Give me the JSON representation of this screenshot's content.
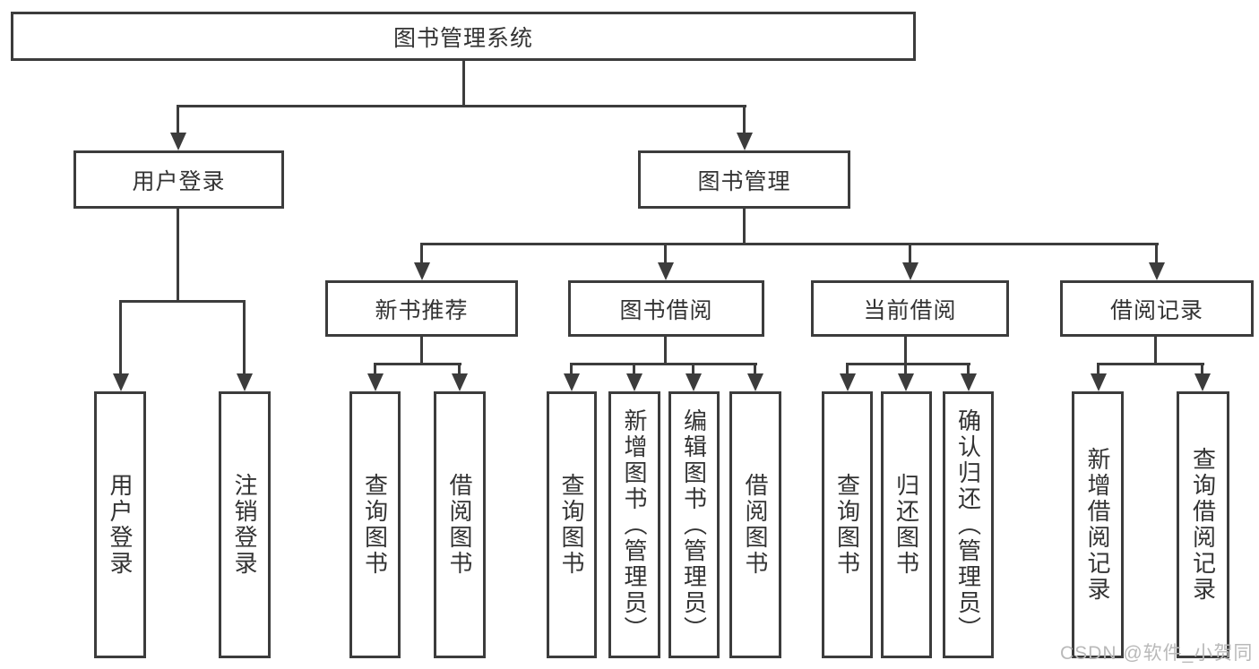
{
  "colors": {
    "line": "#3c3c3c",
    "text": "#333333",
    "background": "#ffffff",
    "watermark": "#b9b9b9"
  },
  "watermark": {
    "text": "CSDN @软件_小贺同学"
  },
  "tree": {
    "root": {
      "label": "图书管理系统"
    },
    "children": [
      {
        "label": "用户登录",
        "children": [
          {
            "label": "用户登录"
          },
          {
            "label": "注销登录"
          }
        ]
      },
      {
        "label": "图书管理",
        "children": [
          {
            "label": "新书推荐",
            "children": [
              {
                "label": "查询图书"
              },
              {
                "label": "借阅图书"
              }
            ]
          },
          {
            "label": "图书借阅",
            "children": [
              {
                "label": "查询图书"
              },
              {
                "label": "新增图书（管理员）"
              },
              {
                "label": "编辑图书（管理员）"
              },
              {
                "label": "借阅图书"
              }
            ]
          },
          {
            "label": "当前借阅",
            "children": [
              {
                "label": "查询图书"
              },
              {
                "label": "归还图书"
              },
              {
                "label": "确认归还（管理员）"
              }
            ]
          },
          {
            "label": "借阅记录",
            "children": [
              {
                "label": "新增借阅记录"
              },
              {
                "label": "查询借阅记录"
              }
            ]
          }
        ]
      }
    ]
  }
}
